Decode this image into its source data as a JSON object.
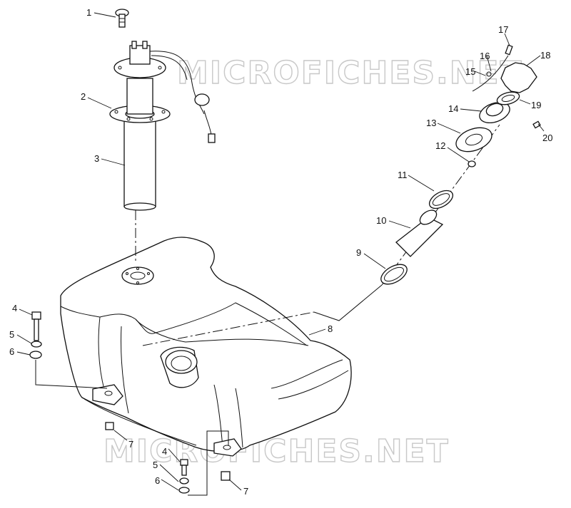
{
  "watermarks": [
    "MICROFICHES.NET",
    "MICROFICHES.NET"
  ],
  "callouts": [
    {
      "id": "c1",
      "label": "1"
    },
    {
      "id": "c2",
      "label": "2"
    },
    {
      "id": "c3",
      "label": "3"
    },
    {
      "id": "c4a",
      "label": "4"
    },
    {
      "id": "c5a",
      "label": "5"
    },
    {
      "id": "c6a",
      "label": "6"
    },
    {
      "id": "c7a",
      "label": "7"
    },
    {
      "id": "c8",
      "label": "8"
    },
    {
      "id": "c9",
      "label": "9"
    },
    {
      "id": "c10",
      "label": "10"
    },
    {
      "id": "c11",
      "label": "11"
    },
    {
      "id": "c12",
      "label": "12"
    },
    {
      "id": "c13",
      "label": "13"
    },
    {
      "id": "c14",
      "label": "14"
    },
    {
      "id": "c15",
      "label": "15"
    },
    {
      "id": "c16",
      "label": "16"
    },
    {
      "id": "c17",
      "label": "17"
    },
    {
      "id": "c18",
      "label": "18"
    },
    {
      "id": "c19",
      "label": "19"
    },
    {
      "id": "c20",
      "label": "20"
    },
    {
      "id": "c4b",
      "label": "4"
    },
    {
      "id": "c5b",
      "label": "5"
    },
    {
      "id": "c6b",
      "label": "6"
    },
    {
      "id": "c7b",
      "label": "7"
    }
  ]
}
